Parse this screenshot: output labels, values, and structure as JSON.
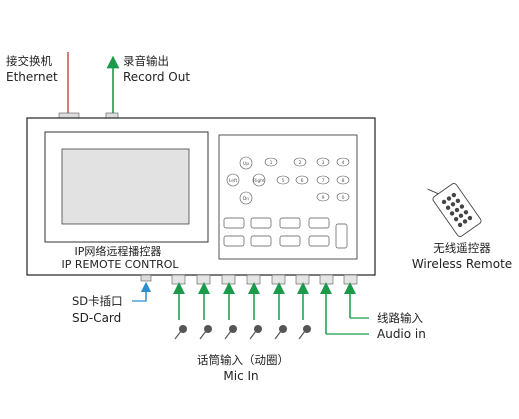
{
  "ethernet": {
    "cn": "接交换机",
    "en": "Ethernet"
  },
  "record_out": {
    "cn": "录音输出",
    "en": "Record Out"
  },
  "device": {
    "cn": "IP网络远程播控器",
    "en": "IP REMOTE CONTROL"
  },
  "keypad": {
    "up": "Up",
    "left": "Left",
    "right": "Right",
    "down": "Dn",
    "keys": [
      "1",
      "2",
      "3",
      "4",
      "5",
      "6",
      "7",
      "8",
      "9",
      "0"
    ]
  },
  "wireless_remote": {
    "cn": "无线遥控器",
    "en": "Wireless Remote"
  },
  "sd_card": {
    "cn": "SD卡插口",
    "en": "SD-Card"
  },
  "audio_in": {
    "cn": "线路输入",
    "en": "Audio in"
  },
  "mic_in": {
    "cn": "话筒输入（动圈）",
    "en": "Mic In"
  },
  "colors": {
    "arrow_green": "#1a9a4a",
    "arrow_blue": "#2a8fd0",
    "ethernet_red": "#c0392b"
  }
}
